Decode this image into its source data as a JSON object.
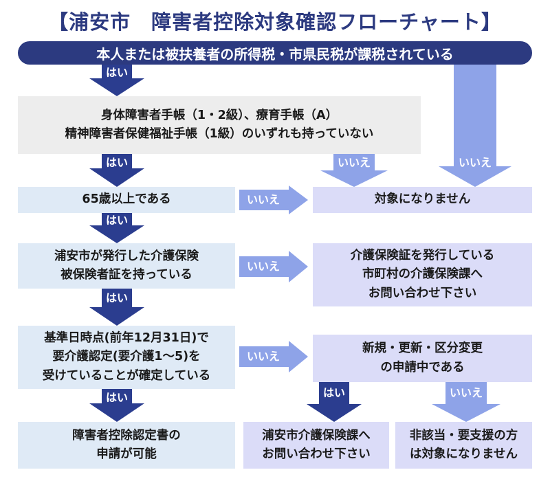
{
  "title": "【浦安市　障害者控除対象確認フローチャート】",
  "banner": "本人または被扶養者の所得税・市県民税が課税されている",
  "labels": {
    "yes": "はい",
    "no": "いいえ"
  },
  "nodes": {
    "techo": "身体障害者手帳（1・2級）、療育手帳（A）\n精神障害者保健福祉手帳（1級）のいずれも持っていない",
    "age65": "65歳以上である",
    "not_target": "対象になりません",
    "kaigo_card": "浦安市が発行した介護保険\n被保険者証を持っている",
    "other_city": "介護保険証を発行している\n市町村の介護保険課へ\nお問い合わせ下さい",
    "nintei": "基準日時点(前年12月31日)で\n要介護認定(要介護1～5)を\n受けていることが確定している",
    "shinsei_chu": "新規・更新・区分変更\nの申請中である",
    "result_apply": "障害者控除認定書の\n申請が可能",
    "result_contact": "浦安市介護保険課へ\nお問い合わせ下さい",
    "result_not": "非該当・要支援の方\nは対象になりません"
  },
  "colors": {
    "dark_navy": "#2c3a80",
    "yes_arrow": "#2b3d8f",
    "no_arrow": "#8ea3e8",
    "gray_box": "#ededed",
    "light_blue_box": "#dfeaf6",
    "lavender_box": "#dbdcf8"
  }
}
